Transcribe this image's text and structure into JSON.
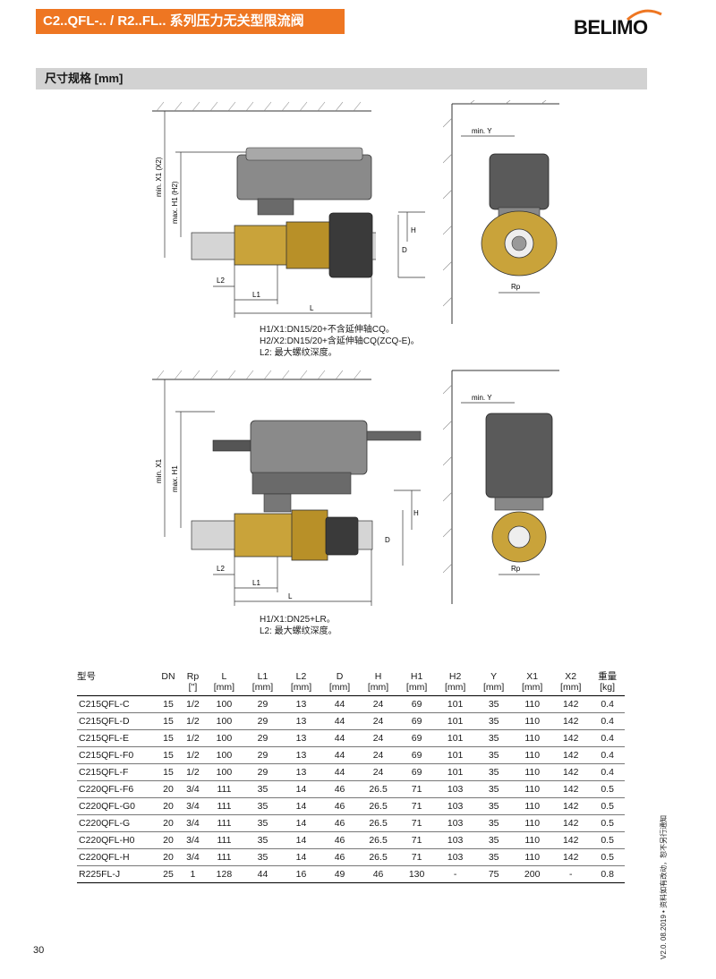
{
  "header": {
    "title": "C2..QFL-.. / R2..FL.. 系列压力无关型限流阀",
    "brand": "BELIMO",
    "brand_color": "#ee7622"
  },
  "section": {
    "title": "尺寸规格 [mm]"
  },
  "drawing1": {
    "labels": {
      "minx1x2": "min. X1 (X2)",
      "maxh1h2": "max. H1 (H2)",
      "h": "H",
      "d": "D",
      "l2": "L2",
      "l1": "L1",
      "l": "L",
      "miny": "min. Y",
      "rp": "Rp"
    },
    "notes": [
      "H1/X1:DN15/20+不含延伸轴CQ。",
      "H2/X2:DN15/20+含延伸轴CQ(ZCQ-E)。",
      "L2: 最大螺纹深度。"
    ]
  },
  "drawing2": {
    "labels": {
      "minx1": "min. X1",
      "maxh1": "max. H1",
      "h": "H",
      "d": "D",
      "l2": "L2",
      "l1": "L1",
      "l": "L",
      "miny": "min. Y",
      "rp": "Rp"
    },
    "notes": [
      "H1/X1:DN25+LR。",
      "L2: 最大螺纹深度。"
    ]
  },
  "table": {
    "headers": [
      {
        "name": "型号",
        "unit": ""
      },
      {
        "name": "DN",
        "unit": ""
      },
      {
        "name": "Rp",
        "unit": "[\"]"
      },
      {
        "name": "L",
        "unit": "[mm]"
      },
      {
        "name": "L1",
        "unit": "[mm]"
      },
      {
        "name": "L2",
        "unit": "[mm]"
      },
      {
        "name": "D",
        "unit": "[mm]"
      },
      {
        "name": "H",
        "unit": "[mm]"
      },
      {
        "name": "H1",
        "unit": "[mm]"
      },
      {
        "name": "H2",
        "unit": "[mm]"
      },
      {
        "name": "Y",
        "unit": "[mm]"
      },
      {
        "name": "X1",
        "unit": "[mm]"
      },
      {
        "name": "X2",
        "unit": "[mm]"
      },
      {
        "name": "重量",
        "unit": "[kg]"
      }
    ],
    "rows": [
      [
        "C215QFL-C",
        "15",
        "1/2",
        "100",
        "29",
        "13",
        "44",
        "24",
        "69",
        "101",
        "35",
        "110",
        "142",
        "0.4"
      ],
      [
        "C215QFL-D",
        "15",
        "1/2",
        "100",
        "29",
        "13",
        "44",
        "24",
        "69",
        "101",
        "35",
        "110",
        "142",
        "0.4"
      ],
      [
        "C215QFL-E",
        "15",
        "1/2",
        "100",
        "29",
        "13",
        "44",
        "24",
        "69",
        "101",
        "35",
        "110",
        "142",
        "0.4"
      ],
      [
        "C215QFL-F0",
        "15",
        "1/2",
        "100",
        "29",
        "13",
        "44",
        "24",
        "69",
        "101",
        "35",
        "110",
        "142",
        "0.4"
      ],
      [
        "C215QFL-F",
        "15",
        "1/2",
        "100",
        "29",
        "13",
        "44",
        "24",
        "69",
        "101",
        "35",
        "110",
        "142",
        "0.4"
      ],
      [
        "C220QFL-F6",
        "20",
        "3/4",
        "111",
        "35",
        "14",
        "46",
        "26.5",
        "71",
        "103",
        "35",
        "110",
        "142",
        "0.5"
      ],
      [
        "C220QFL-G0",
        "20",
        "3/4",
        "111",
        "35",
        "14",
        "46",
        "26.5",
        "71",
        "103",
        "35",
        "110",
        "142",
        "0.5"
      ],
      [
        "C220QFL-G",
        "20",
        "3/4",
        "111",
        "35",
        "14",
        "46",
        "26.5",
        "71",
        "103",
        "35",
        "110",
        "142",
        "0.5"
      ],
      [
        "C220QFL-H0",
        "20",
        "3/4",
        "111",
        "35",
        "14",
        "46",
        "26.5",
        "71",
        "103",
        "35",
        "110",
        "142",
        "0.5"
      ],
      [
        "C220QFL-H",
        "20",
        "3/4",
        "111",
        "35",
        "14",
        "46",
        "26.5",
        "71",
        "103",
        "35",
        "110",
        "142",
        "0.5"
      ],
      [
        "R225FL-J",
        "25",
        "1",
        "128",
        "44",
        "16",
        "49",
        "46",
        "130",
        "-",
        "75",
        "200",
        "-",
        "0.8"
      ]
    ]
  },
  "footer": {
    "page_number": "30",
    "side_note": "V2.0. 08.2019 • 资料如有改动，恕不另行通知"
  }
}
